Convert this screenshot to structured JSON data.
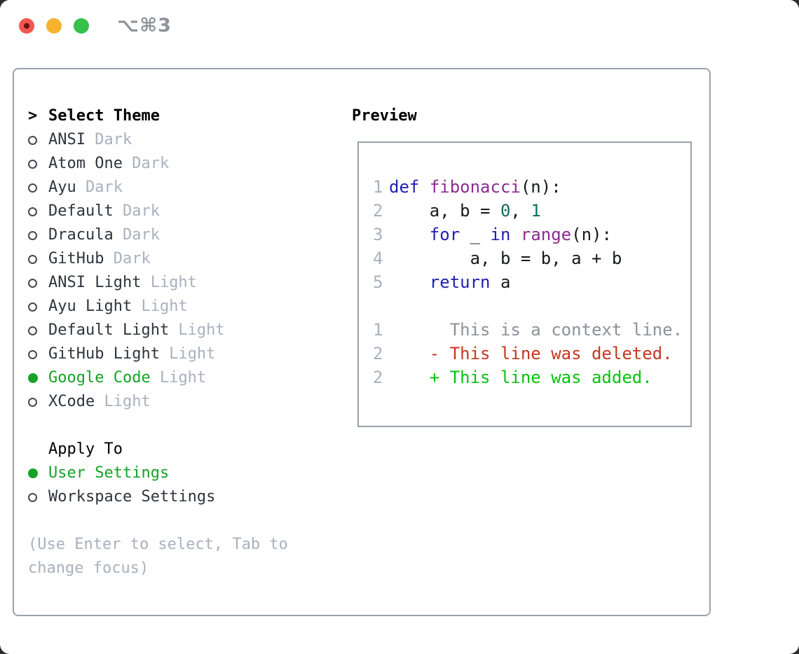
{
  "window": {
    "title": "⌥⌘3"
  },
  "traffic_lights": [
    {
      "name": "close",
      "color_key": "red"
    },
    {
      "name": "minimize",
      "color_key": "yellow"
    },
    {
      "name": "zoom",
      "color_key": "green"
    }
  ],
  "theme_selector": {
    "prefix": ">",
    "heading": "Select Theme",
    "items": [
      {
        "name": "ANSI",
        "variant": "Dark",
        "selected": false
      },
      {
        "name": "Atom One",
        "variant": "Dark",
        "selected": false
      },
      {
        "name": "Ayu",
        "variant": "Dark",
        "selected": false
      },
      {
        "name": "Default",
        "variant": "Dark",
        "selected": false
      },
      {
        "name": "Dracula",
        "variant": "Dark",
        "selected": false
      },
      {
        "name": "GitHub",
        "variant": "Dark",
        "selected": false
      },
      {
        "name": "ANSI Light",
        "variant": "Light",
        "selected": false
      },
      {
        "name": "Ayu Light",
        "variant": "Light",
        "selected": false
      },
      {
        "name": "Default Light",
        "variant": "Light",
        "selected": false
      },
      {
        "name": "GitHub Light",
        "variant": "Light",
        "selected": false
      },
      {
        "name": "Google Code",
        "variant": "Light",
        "selected": true
      },
      {
        "name": "XCode",
        "variant": "Light",
        "selected": false
      }
    ]
  },
  "apply_to": {
    "heading": "Apply To",
    "options": [
      {
        "label": "User Settings",
        "selected": true
      },
      {
        "label": "Workspace Settings",
        "selected": false
      }
    ]
  },
  "help_lines": [
    "(Use Enter to select, Tab to",
    "change focus)"
  ],
  "preview": {
    "heading": "Preview",
    "code_lines": [
      {
        "ln": "1",
        "tokens": [
          {
            "t": "def",
            "c": "kw"
          },
          {
            "t": " "
          },
          {
            "t": "fibonacci",
            "c": "fn"
          },
          {
            "t": "(n):"
          }
        ]
      },
      {
        "ln": "2",
        "tokens": [
          {
            "t": "    a, b = "
          },
          {
            "t": "0",
            "c": "num"
          },
          {
            "t": ", "
          },
          {
            "t": "1",
            "c": "num"
          }
        ]
      },
      {
        "ln": "3",
        "tokens": [
          {
            "t": "    "
          },
          {
            "t": "for",
            "c": "kw"
          },
          {
            "t": " _ "
          },
          {
            "t": "in",
            "c": "kw"
          },
          {
            "t": " "
          },
          {
            "t": "range",
            "c": "fn"
          },
          {
            "t": "(n):"
          }
        ]
      },
      {
        "ln": "4",
        "tokens": [
          {
            "t": "        a, b = b, a + b"
          }
        ]
      },
      {
        "ln": "5",
        "tokens": [
          {
            "t": "    "
          },
          {
            "t": "return",
            "c": "kw"
          },
          {
            "t": " a"
          }
        ]
      }
    ],
    "diff_lines": [
      {
        "ln": "1",
        "sign": " ",
        "kind": "context",
        "text": "This is a context line."
      },
      {
        "ln": "2",
        "sign": "-",
        "kind": "deleted",
        "text": "This line was deleted."
      },
      {
        "ln": "2",
        "sign": "+",
        "kind": "added",
        "text": "This line was added."
      }
    ]
  },
  "colors": {
    "accent_green": "#15a325",
    "added": "#06c30e",
    "deleted": "#c63620",
    "context": "#8b9299",
    "kw": "#2020b4",
    "fn": "#8c2c90",
    "num": "#0a6e5e",
    "code_text": "#16191d",
    "gutter": "#a7b1bf",
    "muted": "#a9b1bd",
    "item_text": "#2e353c",
    "heading": "#000000",
    "border": "#99a2ad",
    "title_gray": "#8e939a",
    "tl_red": "#f2574f",
    "tl_red_dot": "#671214",
    "tl_yellow": "#f7b32b",
    "tl_green": "#36c14b"
  }
}
